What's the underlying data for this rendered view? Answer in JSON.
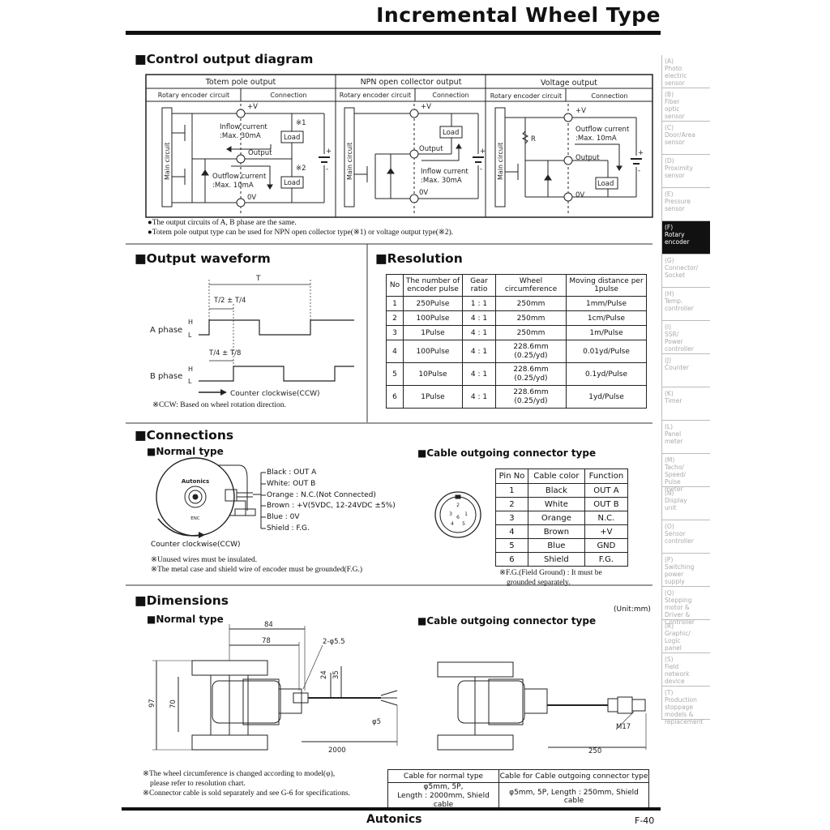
{
  "page_title": "Incremental Wheel Type",
  "control_output": {
    "heading": "Control output diagram",
    "columns": [
      {
        "title": "Totem pole output",
        "sub": [
          "Rotary encoder circuit",
          "Connection"
        ]
      },
      {
        "title": "NPN open collector output",
        "sub": [
          "Rotary encoder circuit",
          "Connection"
        ]
      },
      {
        "title": "Voltage output",
        "sub": [
          "Rotary encoder circuit",
          "Connection"
        ]
      }
    ],
    "labels": {
      "main_circuit": "Main circuit",
      "plus_v": "+V",
      "zero_v": "0V",
      "output": "Output",
      "load": "Load",
      "inflow": "Inflow current",
      "inflow_max": ":Max. 30mA",
      "outflow": "Outflow current",
      "outflow_max": ":Max. 10mA",
      "ref1": "※1",
      "ref2": "※2",
      "r": "R",
      "plus": "+",
      "minus": "-"
    },
    "notes": [
      "●The output circuits of A, B phase are the same.",
      "●Totem pole output type can be used for NPN open collector type(※1) or voltage output type(※2)."
    ]
  },
  "waveform": {
    "heading": "Output waveform",
    "period": "T",
    "a_offset": "T/2 ± T/4",
    "b_offset": "T/4 ± T/8",
    "a_phase": "A phase",
    "b_phase": "B phase",
    "high": "H",
    "low": "L",
    "direction": "Counter clockwise(CCW)",
    "note": "※CCW: Based on wheel rotation direction."
  },
  "resolution": {
    "heading": "Resolution",
    "headers": [
      "No",
      "The number of encoder pulse",
      "Gear ratio",
      "Wheel circumference",
      "Moving distance per 1pulse"
    ],
    "rows": [
      [
        "1",
        "250Pulse",
        "1 : 1",
        "250mm",
        "",
        "1mm/Pulse"
      ],
      [
        "2",
        "100Pulse",
        "4 : 1",
        "250mm",
        "",
        "1cm/Pulse"
      ],
      [
        "3",
        "1Pulse",
        "4 : 1",
        "250mm",
        "",
        "1m/Pulse"
      ],
      [
        "4",
        "100Pulse",
        "4 : 1",
        "228.6mm",
        "(0.25/yd)",
        "0.01yd/Pulse"
      ],
      [
        "5",
        "10Pulse",
        "4 : 1",
        "228.6mm",
        "(0.25/yd)",
        "0.1yd/Pulse"
      ],
      [
        "6",
        "1Pulse",
        "4 : 1",
        "228.6mm",
        "(0.25/yd)",
        "1yd/Pulse"
      ]
    ]
  },
  "connections": {
    "heading": "Connections",
    "normal_type": "Normal type",
    "brand": "Autonics",
    "enc": "ENC",
    "wires": [
      "Black : OUT A",
      "White: OUT B",
      "Orange : N.C.(Not Connected)",
      "Brown : +V(5VDC, 12-24VDC ±5%)",
      "Blue : 0V",
      "Shield : F.G."
    ],
    "direction": "Counter clockwise(CCW)",
    "notes": [
      "※Unused wires must be insulated.",
      "※The metal case and shield wire of encoder must be grounded(F.G.)"
    ],
    "connector_type": "Cable outgoing connector type",
    "pin_headers": [
      "Pin No",
      "Cable color",
      "Function"
    ],
    "pins": [
      [
        "1",
        "Black",
        "OUT A"
      ],
      [
        "2",
        "White",
        "OUT B"
      ],
      [
        "3",
        "Orange",
        "N.C."
      ],
      [
        "4",
        "Brown",
        "+V"
      ],
      [
        "5",
        "Blue",
        "GND"
      ],
      [
        "6",
        "Shield",
        "F.G."
      ]
    ],
    "connector_note": [
      "※F.G.(Field Ground) : It must be",
      "grounded separately."
    ],
    "connector_pin_numbers": [
      "1",
      "2",
      "3",
      "4",
      "5",
      "6"
    ]
  },
  "dimensions": {
    "heading": "Dimensions",
    "unit": "(Unit:mm)",
    "normal_type": "Normal type",
    "connector_type": "Cable outgoing connector type",
    "labels": {
      "d84": "84",
      "d78": "78",
      "holes": "2-φ5.5",
      "d24": "24",
      "d35": "35",
      "d97": "97",
      "d70": "70",
      "phi5": "φ5",
      "d2000": "2000",
      "d250": "250",
      "m17": "M17"
    },
    "notes": [
      "※The wheel circumference is changed according to model(φ),",
      "please refer to resolution chart.",
      "※Connector cable is sold separately and see G-6 for specifications."
    ],
    "cable_table": {
      "headers": [
        "Cable for normal type",
        "Cable for Cable outgoing connector type"
      ],
      "normal": [
        "φ5mm, 5P,",
        "Length : 2000mm, Shield cable"
      ],
      "connector": "φ5mm, 5P, Length : 250mm, Shield cable"
    }
  },
  "footer": {
    "brand": "Autonics",
    "page": "F-40"
  },
  "sidebar": [
    [
      "(A)",
      "Photo",
      "electric",
      "sensor"
    ],
    [
      "(B)",
      "Fiber",
      "optic",
      "sensor"
    ],
    [
      "(C)",
      "Door/Area",
      "sensor"
    ],
    [
      "(D)",
      "Proximity",
      "sensor"
    ],
    [
      "(E)",
      "Pressure",
      "sensor"
    ],
    [
      "(F)",
      "Rotary",
      "encoder"
    ],
    [
      "(G)",
      "Connector/",
      "Socket"
    ],
    [
      "(H)",
      "Temp.",
      "controller"
    ],
    [
      "(I)",
      "SSR/",
      "Power",
      "controller"
    ],
    [
      "(J)",
      "Counter"
    ],
    [
      "(K)",
      "Timer"
    ],
    [
      "(L)",
      "Panel",
      "meter"
    ],
    [
      "(M)",
      "Tacho/",
      "Speed/",
      "Pulse",
      "meter"
    ],
    [
      "(N)",
      "Display",
      "unit"
    ],
    [
      "(O)",
      "Sensor",
      "controller"
    ],
    [
      "(P)",
      "Switching",
      "power",
      "supply"
    ],
    [
      "(Q)",
      "Stepping",
      "motor &",
      "Driver &",
      "Controller"
    ],
    [
      "(R)",
      "Graphic/",
      "Logic",
      "panel"
    ],
    [
      "(S)",
      "Field",
      "network",
      "device"
    ],
    [
      "(T)",
      "Production",
      "stoppage",
      "models &",
      "replacement"
    ]
  ],
  "sidebar_active": 5
}
